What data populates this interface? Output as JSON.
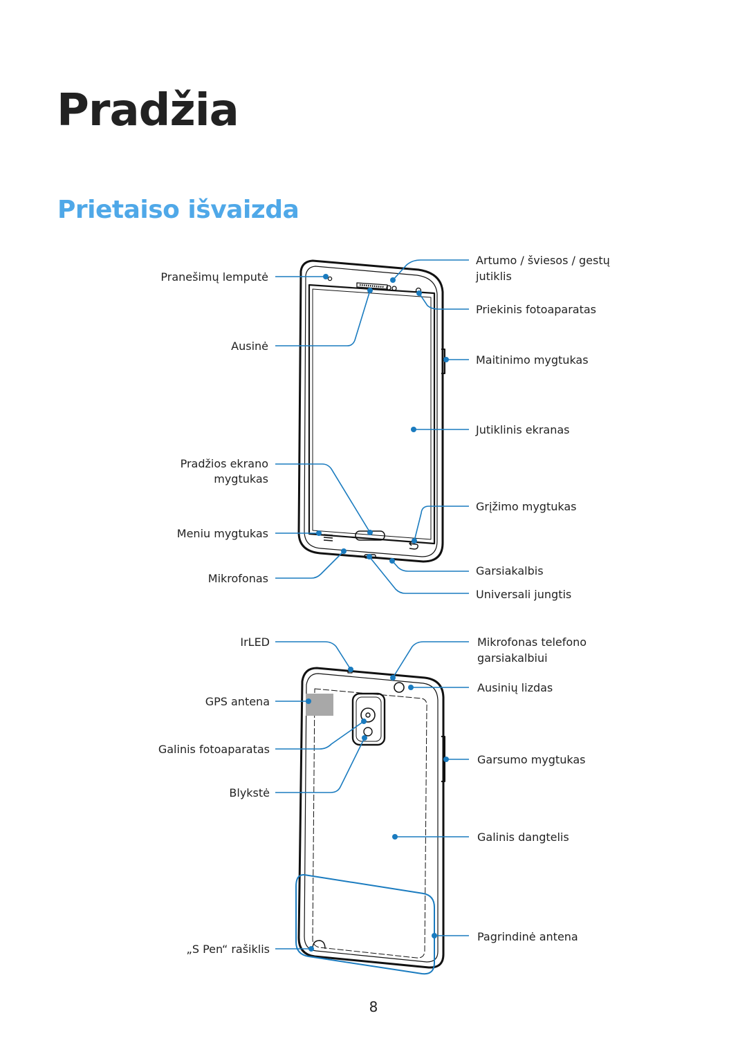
{
  "page": {
    "chapter_title": "Pradžia",
    "section_title": "Prietaiso išvaizda",
    "page_number": "8"
  },
  "colors": {
    "accent": "#4fa8e8",
    "leader": "#1a7bbf",
    "text": "#222222"
  },
  "front_labels": {
    "notification_led": "Pranešimų lemputė",
    "earpiece": "Ausinė",
    "home_button_l1": "Pradžios ekrano",
    "home_button_l2": "mygtukas",
    "menu_button": "Meniu mygtukas",
    "microphone": "Mikrofonas",
    "proximity_sensor_l1": "Artumo / šviesos / gestų",
    "proximity_sensor_l2": "jutiklis",
    "front_camera": "Priekinis fotoaparatas",
    "power_button": "Maitinimo mygtukas",
    "touch_screen": "Jutiklinis ekranas",
    "back_button": "Grįžimo mygtukas",
    "speaker": "Garsiakalbis",
    "multipurpose_jack": "Universali jungtis"
  },
  "back_labels": {
    "irled": "IrLED",
    "gps_antenna": "GPS antena",
    "rear_camera": "Galinis fotoaparatas",
    "flash": "Blykstė",
    "s_pen": "„S Pen“ rašiklis",
    "speakerphone_mic_l1": "Mikrofonas telefono",
    "speakerphone_mic_l2": "garsiakalbiui",
    "headset_jack": "Ausinių lizdas",
    "volume_button": "Garsumo mygtukas",
    "back_cover": "Galinis dangtelis",
    "main_antenna": "Pagrindinė antena"
  }
}
